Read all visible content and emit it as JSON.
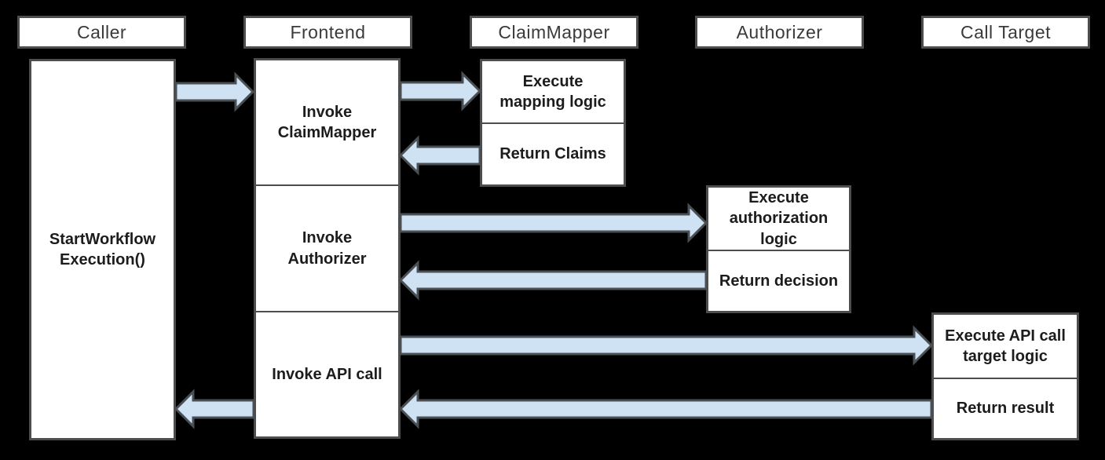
{
  "colors": {
    "background": "#000000",
    "box_fill": "#ffffff",
    "box_border": "#4d4d4d",
    "arrow_fill": "#cfe2f3",
    "arrow_border": "#4a4f54",
    "header_text": "#3a3a3a",
    "label_text": "#1c1c1c"
  },
  "lanes": [
    {
      "label": "Caller"
    },
    {
      "label": "Frontend"
    },
    {
      "label": "ClaimMapper"
    },
    {
      "label": "Authorizer"
    },
    {
      "label": "Call Target"
    }
  ],
  "caller": {
    "activation_label": "StartWorkflow\nExecution()"
  },
  "frontend": {
    "sections": [
      {
        "label": "Invoke\nClaimMapper"
      },
      {
        "label": "Invoke\nAuthorizer"
      },
      {
        "label": "Invoke API call"
      }
    ]
  },
  "claimmapper": {
    "sections": [
      {
        "label": "Execute\nmapping logic"
      },
      {
        "label": "Return Claims"
      }
    ]
  },
  "authorizer": {
    "sections": [
      {
        "label": "Execute\nauthorization\nlogic"
      },
      {
        "label": "Return decision"
      }
    ]
  },
  "calltarget": {
    "sections": [
      {
        "label": "Execute API call\ntarget logic"
      },
      {
        "label": "Return result"
      }
    ]
  },
  "arrows": [
    {
      "name": "caller-to-frontend",
      "from": "Caller",
      "to": "Frontend",
      "direction": "right"
    },
    {
      "name": "frontend-to-claimmapper",
      "from": "Frontend",
      "to": "ClaimMapper",
      "direction": "right"
    },
    {
      "name": "claimmapper-return-to-frontend",
      "from": "ClaimMapper",
      "to": "Frontend",
      "direction": "left"
    },
    {
      "name": "frontend-to-authorizer",
      "from": "Frontend",
      "to": "Authorizer",
      "direction": "right"
    },
    {
      "name": "authorizer-return-to-frontend",
      "from": "Authorizer",
      "to": "Frontend",
      "direction": "left"
    },
    {
      "name": "frontend-to-calltarget",
      "from": "Frontend",
      "to": "Call Target",
      "direction": "right"
    },
    {
      "name": "calltarget-return-to-frontend",
      "from": "Call Target",
      "to": "Frontend",
      "direction": "left"
    },
    {
      "name": "frontend-return-to-caller",
      "from": "Frontend",
      "to": "Caller",
      "direction": "left"
    }
  ]
}
